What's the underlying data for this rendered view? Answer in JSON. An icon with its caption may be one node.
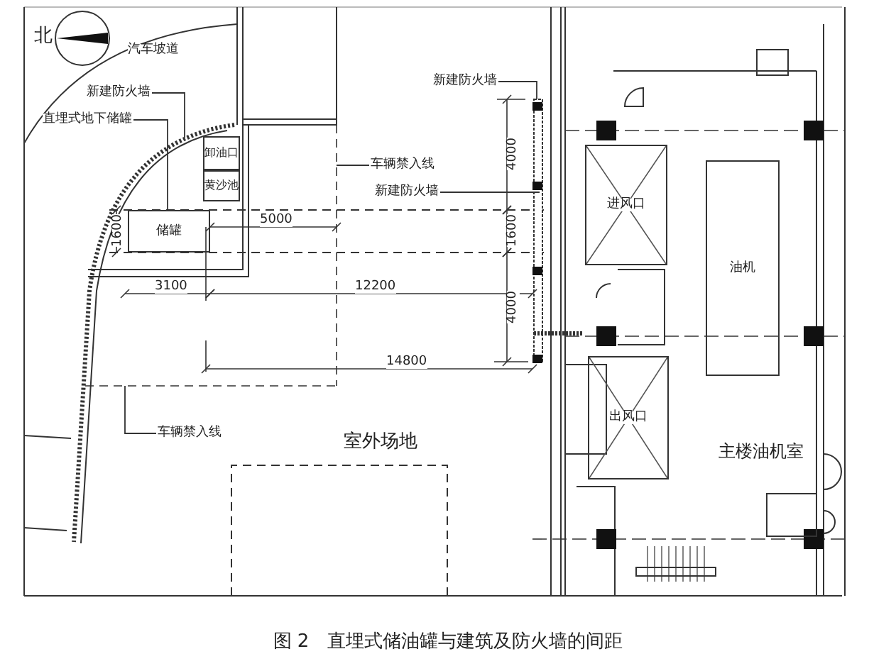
{
  "diagram": {
    "caption": "图 2　直埋式储油罐与建筑及防火墙的间距",
    "nodes": [
      {
        "text": [
          "储罐"
        ]
      },
      {
        "text": [
          "卸油口"
        ]
      },
      {
        "text": [
          "黄沙池"
        ]
      },
      {
        "text": [
          "进风口"
        ]
      },
      {
        "text": [
          "出风口"
        ]
      },
      {
        "text": [
          "主楼油机室"
        ]
      },
      {
        "text": [
          "油机"
        ]
      },
      {
        "text": [
          "新建防火墙"
        ]
      },
      {
        "text": [
          "直埋式地下储罐"
        ]
      },
      {
        "text": [
          "车辆禁入线"
        ]
      },
      {
        "text": [
          "新建防火墙"
        ]
      },
      {
        "text": [
          "新建防火墙"
        ]
      },
      {
        "text": [
          "车辆禁入线"
        ]
      }
    ],
    "edges": [
      {
        "from": 7,
        "to": null,
        "arrow": "none"
      },
      {
        "from": 8,
        "to": 0,
        "arrow": "none"
      },
      {
        "from": 9,
        "to": null,
        "arrow": "none"
      },
      {
        "from": 10,
        "to": null,
        "arrow": "none"
      },
      {
        "from": 11,
        "to": null,
        "arrow": "none"
      },
      {
        "from": 12,
        "to": null,
        "arrow": "none"
      }
    ],
    "labels": [
      "北",
      "汽车坡道",
      "4000",
      "5000",
      "1600",
      "1600",
      "3100",
      "12200",
      "4000",
      "14800",
      "室外场地"
    ]
  }
}
